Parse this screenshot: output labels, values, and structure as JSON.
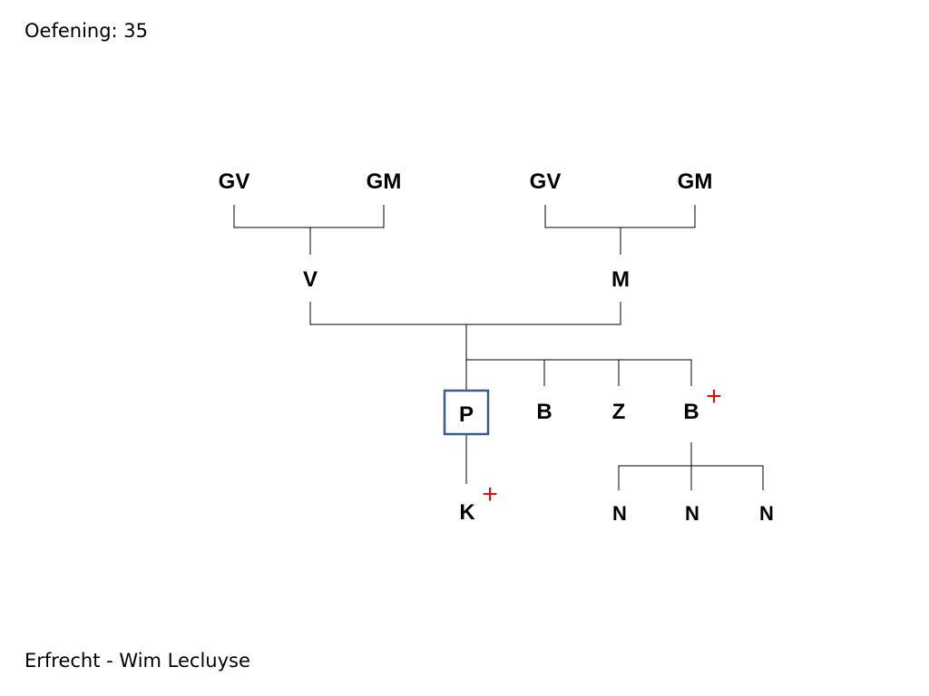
{
  "header": {
    "title": "Oefening: 35"
  },
  "footer": {
    "text": "Erfrecht - Wim Lecluyse"
  },
  "colors": {
    "line": "#000000",
    "highlight_box": "#3b5b8a",
    "deceased_mark": "#e01010"
  },
  "family_tree": {
    "paternal_grandfather": "GV",
    "paternal_grandmother": "GM",
    "maternal_grandfather": "GV",
    "maternal_grandmother": "GM",
    "father": "V",
    "mother": "M",
    "subject": "P",
    "sibling_1": "B",
    "sibling_2": "Z",
    "sibling_3": "B",
    "child": "K",
    "nephew_1": "N",
    "nephew_2": "N",
    "nephew_3": "N",
    "deceased_symbol": "+"
  }
}
